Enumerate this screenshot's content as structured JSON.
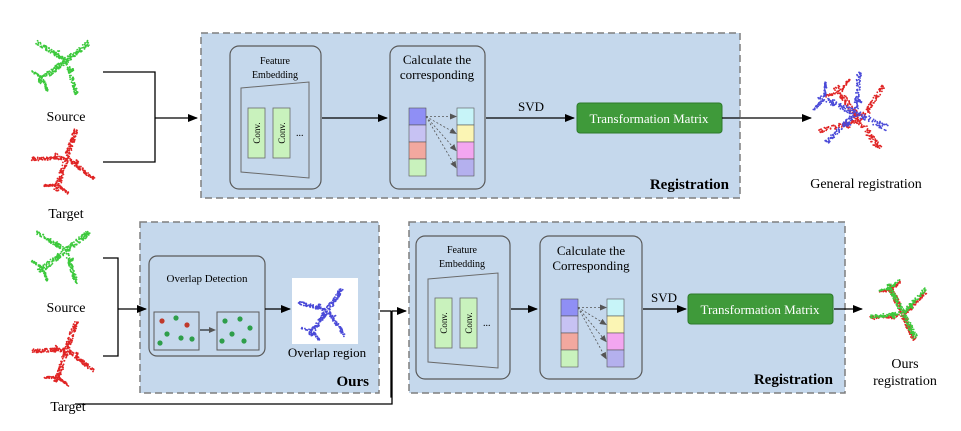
{
  "top": {
    "source_label": "Source",
    "target_label": "Target",
    "feature_title_line1": "Feature",
    "feature_title_line2": "Embedding",
    "conv1": "Conv.",
    "conv2": "Conv.",
    "ellipsis": "...",
    "corr_title_line1": "Calculate the",
    "corr_title_line2": "corresponding",
    "svd": "SVD",
    "transform": "Transformation Matrix",
    "panel_label": "Registration",
    "output_label": "General registration"
  },
  "bottom": {
    "source_label": "Source",
    "target_label": "Target",
    "overlap_title": "Overlap Detection",
    "overlap_region": "Overlap region",
    "ours_panel_label": "Ours",
    "feature_title_line1": "Feature",
    "feature_title_line2": "Embedding",
    "conv1": "Conv.",
    "conv2": "Conv.",
    "ellipsis": "...",
    "corr_title_line1": "Calculate the",
    "corr_title_line2": "Corresponding",
    "svd": "SVD",
    "transform": "Transformation Matrix",
    "panel_label": "Registration",
    "output_line1": "Ours",
    "output_line2": "registration"
  },
  "colors": {
    "panel_fill": "#c5d8ec",
    "panel_border": "#7f7f7f",
    "transform_fill": "#3f9a3a",
    "conv_fill": "#c9f2bd",
    "source_cloud": "#3cc93c",
    "target_cloud": "#e02424",
    "overlap_cloud": "#4a4ad8",
    "cell_colors_left": [
      "#8f8ff5",
      "#c7c2f3",
      "#f2a89f",
      "#c9f2bd"
    ],
    "cell_colors_right": [
      "#c7f4f8",
      "#fbf5b4",
      "#f3a6f0",
      "#b4b0ee"
    ]
  }
}
